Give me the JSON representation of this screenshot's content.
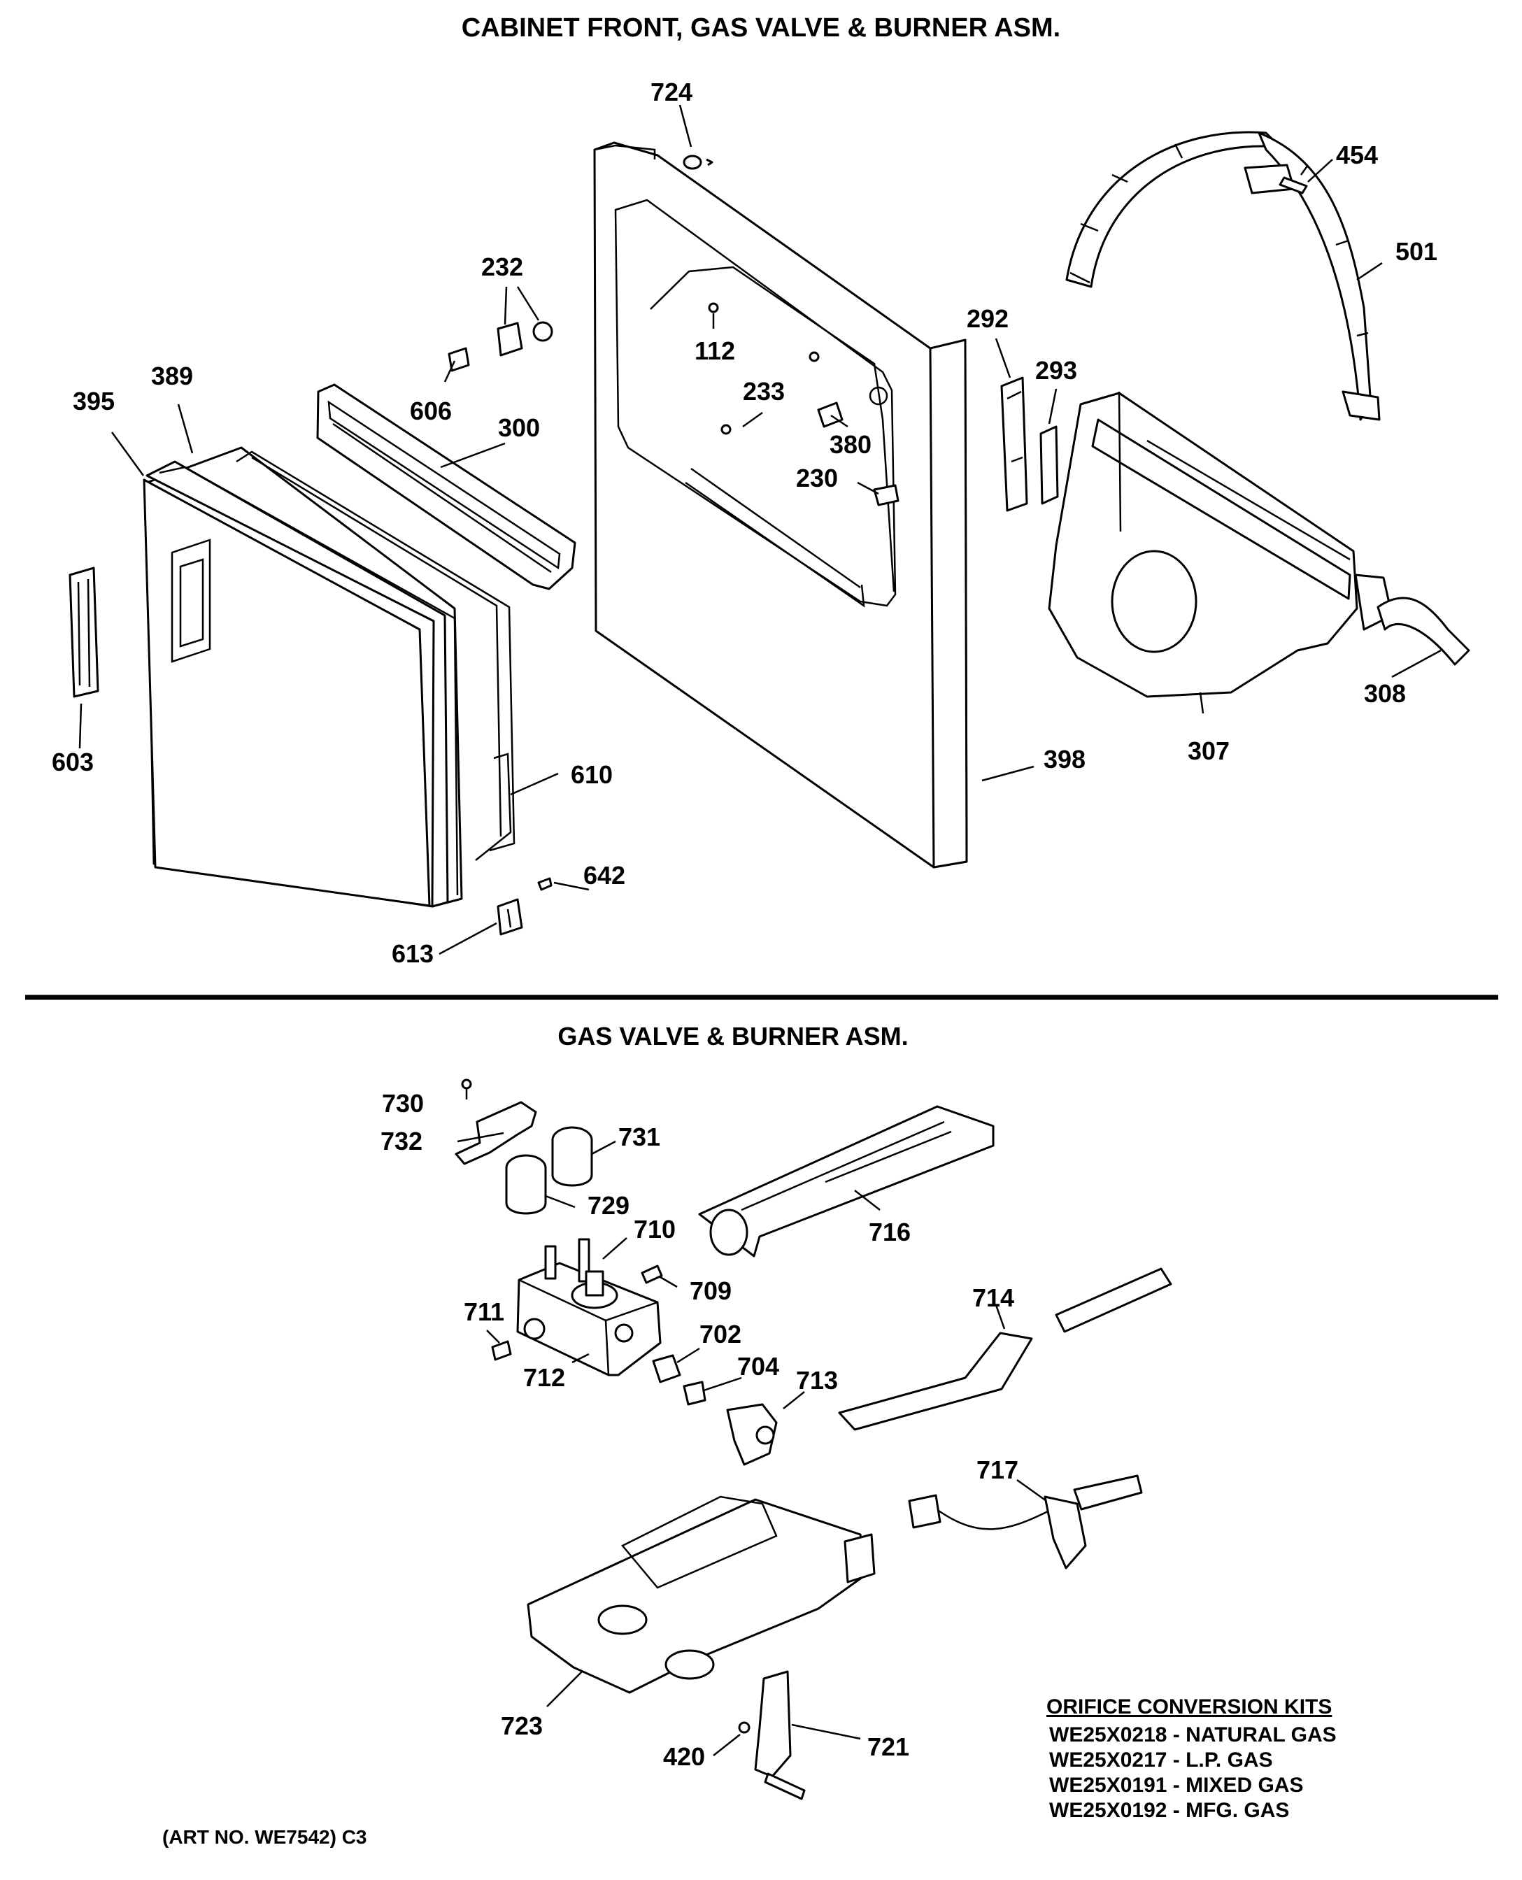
{
  "titles": {
    "main": "CABINET FRONT, GAS VALVE & BURNER ASM.",
    "sub": "GAS VALVE & BURNER ASM."
  },
  "callouts": {
    "c724": "724",
    "c454": "454",
    "c501": "501",
    "c232": "232",
    "c112": "112",
    "c292": "292",
    "c293": "293",
    "c233": "233",
    "c380": "380",
    "c230": "230",
    "c395": "395",
    "c389": "389",
    "c606": "606",
    "c300": "300",
    "c308": "308",
    "c307": "307",
    "c603": "603",
    "c398": "398",
    "c610": "610",
    "c642": "642",
    "c613": "613",
    "c730": "730",
    "c732": "732",
    "c731": "731",
    "c729": "729",
    "c710": "710",
    "c716": "716",
    "c709": "709",
    "c711": "711",
    "c714": "714",
    "c702": "702",
    "c704": "704",
    "c713": "713",
    "c712": "712",
    "c717": "717",
    "c723": "723",
    "c420": "420",
    "c721": "721"
  },
  "orifice_kits": {
    "heading": "ORIFICE CONVERSION KITS",
    "items": [
      "WE25X0218 - NATURAL GAS",
      "WE25X0217 - L.P. GAS",
      "WE25X0191 - MIXED GAS",
      "WE25X0192 - MFG. GAS"
    ]
  },
  "art_number": "(ART NO. WE7542) C3"
}
